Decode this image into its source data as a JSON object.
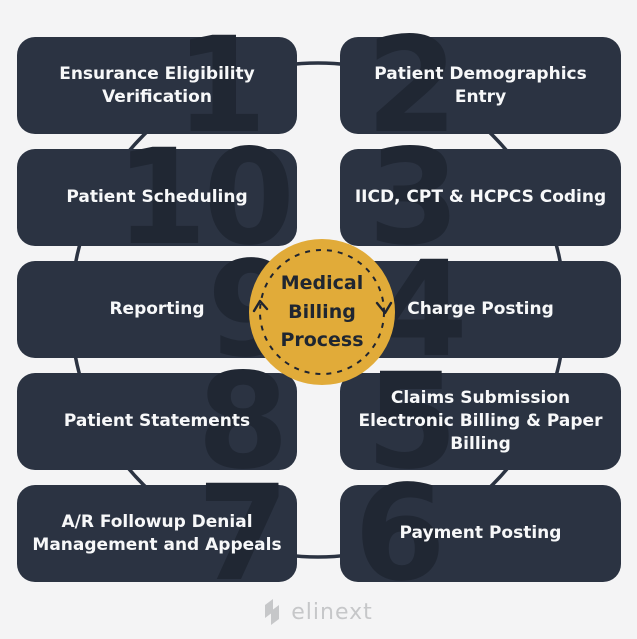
{
  "center": {
    "label": "Medical\nBilling\nProcess"
  },
  "steps": [
    {
      "number": "1",
      "label": "Ensurance Eligibility\nVerification",
      "side": "left",
      "row": 0
    },
    {
      "number": "2",
      "label": "Patient Demographics\nEntry",
      "side": "right",
      "row": 0
    },
    {
      "number": "3",
      "label": "IICD, CPT & HCPCS Coding",
      "side": "right",
      "row": 1
    },
    {
      "number": "4",
      "label": "Charge Posting",
      "side": "right",
      "row": 2
    },
    {
      "number": "5",
      "label": "Claims Submission\nElectronic Billing & Paper\nBilling",
      "side": "right",
      "row": 3
    },
    {
      "number": "6",
      "label": "Payment Posting",
      "side": "right",
      "row": 4
    },
    {
      "number": "7",
      "label": "A/R Followup Denial\nManagement and Appeals",
      "side": "left",
      "row": 4
    },
    {
      "number": "8",
      "label": "Patient Statements",
      "side": "left",
      "row": 3
    },
    {
      "number": "9",
      "label": "Reporting",
      "side": "left",
      "row": 2
    },
    {
      "number": "10",
      "label": "Patient Scheduling",
      "side": "left",
      "row": 1
    }
  ],
  "footer": {
    "brand": "elinext"
  },
  "colors": {
    "background": "#f4f4f5",
    "box": "#2b3342",
    "box_number": "#202733",
    "accent_gold": "#e1ab39",
    "text_light": "#f7f8f9",
    "text_dark": "#1f2631",
    "logo_gray": "#c6c7c9"
  }
}
